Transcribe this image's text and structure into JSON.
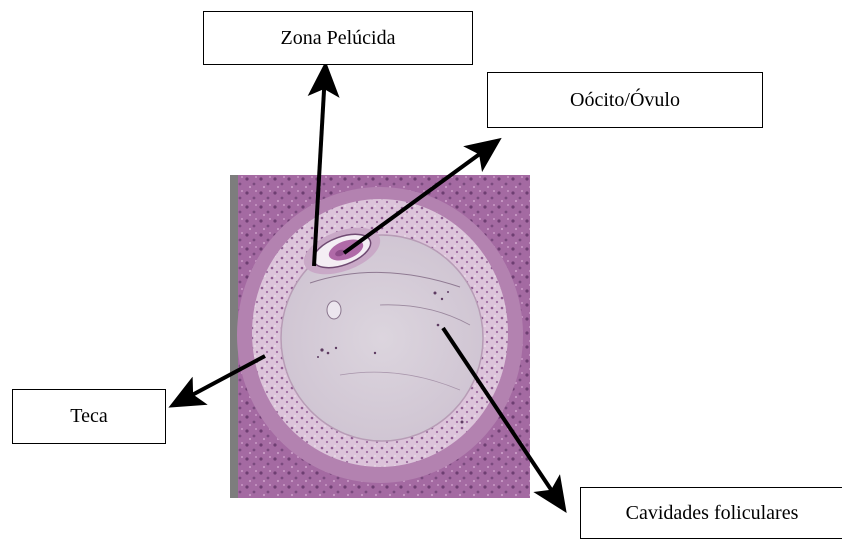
{
  "labels": {
    "zona_pelucida": "Zona Pelúcida",
    "oocito": "Oócito/Óvulo",
    "teca": "Teca",
    "cavidades": "Cavidades foliculares"
  },
  "colors": {
    "stroma": "#9a5c98",
    "granulosa": "#d9bcd6",
    "antrum": "#d7cfd8",
    "arrow": "#000000",
    "strip": "#7d7d7d"
  }
}
